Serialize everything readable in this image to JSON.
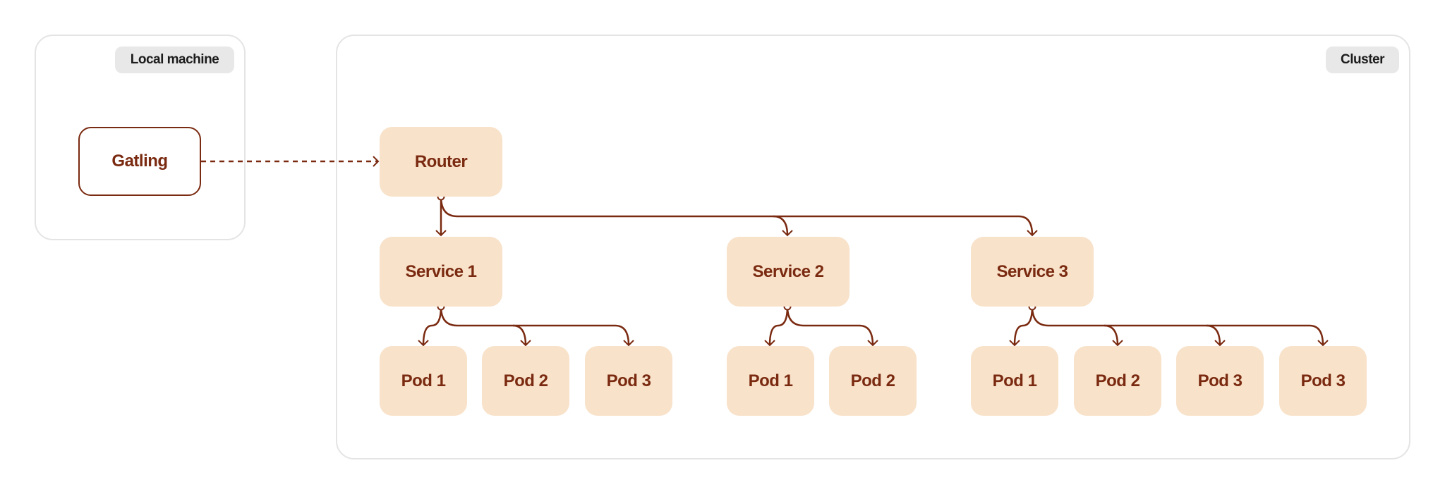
{
  "colors": {
    "accent": "#7a2a10",
    "node_fill": "#f8e2ca",
    "group_border": "#e4e4e4",
    "badge_bg": "#e8e8e8"
  },
  "groups": {
    "local": {
      "label": "Local machine"
    },
    "cluster": {
      "label": "Cluster"
    }
  },
  "nodes": {
    "gatling": "Gatling",
    "router": "Router",
    "service1": "Service 1",
    "service2": "Service 2",
    "service3": "Service 3",
    "s1_pods": [
      "Pod 1",
      "Pod 2",
      "Pod 3"
    ],
    "s2_pods": [
      "Pod 1",
      "Pod 2"
    ],
    "s3_pods": [
      "Pod 1",
      "Pod 2",
      "Pod 3",
      "Pod 3"
    ]
  }
}
